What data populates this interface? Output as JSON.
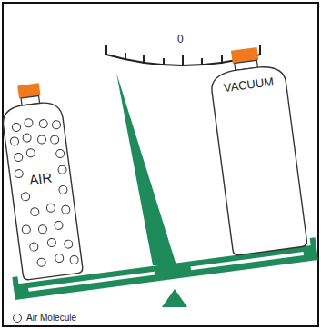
{
  "diagram": {
    "nodes": [
      {
        "text": [
          "AIR"
        ]
      },
      {
        "text": [
          "VACUUM"
        ]
      }
    ],
    "labels": [
      "0"
    ],
    "legend": [
      {
        "text": "Air Molecule"
      }
    ]
  }
}
